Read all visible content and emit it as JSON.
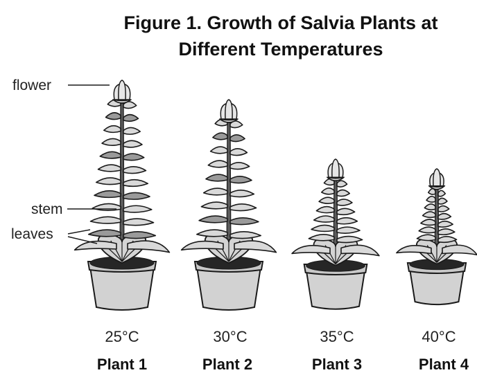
{
  "figure": {
    "title_line1": "Figure 1. Growth of Salvia Plants at",
    "title_line2": "Different Temperatures"
  },
  "callouts": {
    "flower": "flower",
    "stem": "stem",
    "leaves": "leaves"
  },
  "plants": [
    {
      "label": "Plant 1",
      "temperature": "25°C"
    },
    {
      "label": "Plant 2",
      "temperature": "30°C"
    },
    {
      "label": "Plant 3",
      "temperature": "35°C"
    },
    {
      "label": "Plant 4",
      "temperature": "40°C"
    }
  ]
}
